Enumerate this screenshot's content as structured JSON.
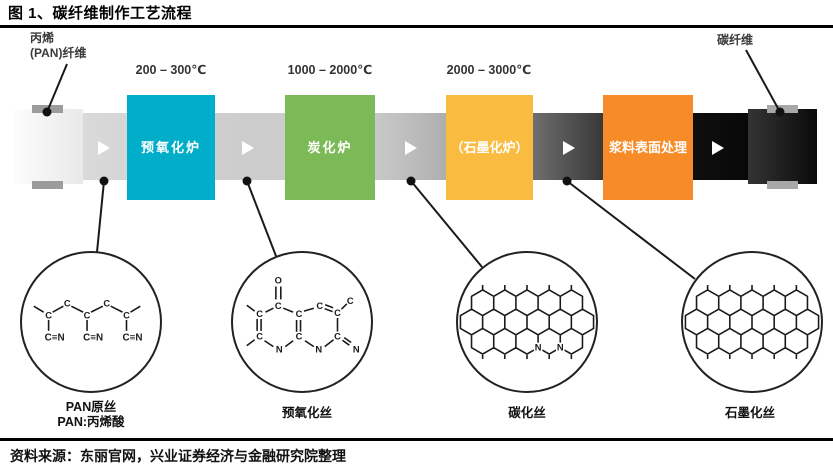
{
  "title": "图 1、碳纤维制作工艺流程",
  "source": "资料来源：东丽官网，兴业证券经济与金融研究院整理",
  "flow": {
    "input_label_line1": "丙烯",
    "input_label_line2": "(PAN)纤维",
    "output_label": "碳纤维",
    "temperatures": [
      "200 – 300℃",
      "1000 – 2000℃",
      "2000 – 3000℃"
    ],
    "boxes": [
      {
        "label": "预氧化炉",
        "color": "#00aec9"
      },
      {
        "label": "炭化炉",
        "color": "#7cba57"
      },
      {
        "label": "（石墨化炉）",
        "color": "#f9bc40"
      },
      {
        "label": "浆料表面处理",
        "color": "#f68b28"
      }
    ]
  },
  "stages": [
    {
      "label": "PAN原丝",
      "sublabel": "PAN:丙烯酸"
    },
    {
      "label": "预氧化丝",
      "sublabel": ""
    },
    {
      "label": "碳化丝",
      "sublabel": ""
    },
    {
      "label": "石墨化丝",
      "sublabel": ""
    }
  ],
  "molecules": {
    "atom_labels": {
      "carbon": "C",
      "nitrogen": "N",
      "oxygen": "O",
      "nitrile": "C≡N"
    }
  },
  "colors": {
    "preoxidation_furnace": "#00aec9",
    "carbonization_furnace": "#7cba57",
    "graphitization_furnace": "#f9bc40",
    "surface_treatment": "#f68b28",
    "line": "#1a1a1a"
  }
}
